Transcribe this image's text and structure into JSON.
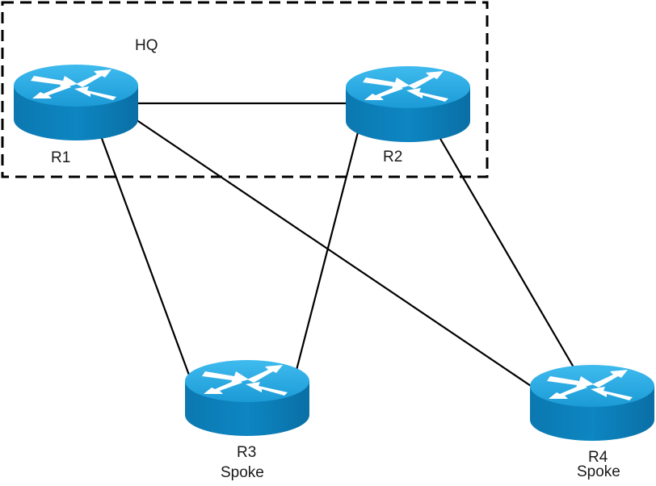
{
  "diagram": {
    "type": "network-topology",
    "group": {
      "label": "HQ",
      "members": [
        "R1",
        "R2"
      ]
    },
    "nodes": [
      {
        "id": "R1",
        "label": "R1",
        "role": "",
        "type": "router"
      },
      {
        "id": "R2",
        "label": "R2",
        "role": "",
        "type": "router"
      },
      {
        "id": "R3",
        "label": "R3",
        "role": "Spoke",
        "type": "router"
      },
      {
        "id": "R4",
        "label": "R4",
        "role": "Spoke",
        "type": "router"
      }
    ],
    "links": [
      {
        "from": "R1",
        "to": "R2"
      },
      {
        "from": "R1",
        "to": "R3"
      },
      {
        "from": "R1",
        "to": "R4"
      },
      {
        "from": "R2",
        "to": "R3"
      },
      {
        "from": "R2",
        "to": "R4"
      }
    ],
    "colors": {
      "router_top": "#1fa3dc",
      "router_side": "#0a7fb9",
      "router_arrows": "#ffffff",
      "link": "#000000",
      "group_border": "#000000"
    }
  }
}
